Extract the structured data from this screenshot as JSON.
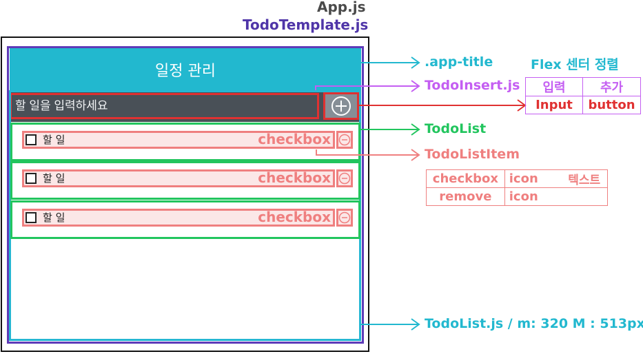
{
  "labels": {
    "app_js": "App.js",
    "todo_template_js": "TodoTemplate.js"
  },
  "ui": {
    "title": "일정 관리",
    "input_placeholder": "할 일을 입력하세요",
    "items": [
      {
        "text": "할 일",
        "tag": "checkbox"
      },
      {
        "text": "할 일",
        "tag": "checkbox"
      },
      {
        "text": "할 일",
        "tag": "checkbox"
      }
    ]
  },
  "annotations": {
    "app_title": ".app-title",
    "flex_center": "Flex 센터 정렬",
    "todo_insert": "TodoInsert.js",
    "insert_table": {
      "header": [
        "입력",
        "추가"
      ],
      "row": [
        "Input",
        "button"
      ]
    },
    "todo_list": "TodoList",
    "todo_list_item": "TodoListItem",
    "item_table": {
      "row1": [
        "checkbox",
        "icon",
        "텍스트"
      ],
      "row2": [
        "remove",
        "icon"
      ]
    },
    "todo_list_js": "TodoList.js / m: 320 M : 513px"
  },
  "colors": {
    "title_bg": "#22b8cf",
    "insert_bg": "#495057",
    "template_border": "#5e3bb8",
    "list_border": "#25b7d3",
    "insert_input_border": "#e03131",
    "todo_list_border": "#22c55e",
    "todo_item_border": "#ef7f7f",
    "insert_annotation": "#c45ef2"
  },
  "icons": [
    "plus-circle-icon",
    "minus-circle-icon",
    "checkbox-icon",
    "arrow-right-icon"
  ]
}
